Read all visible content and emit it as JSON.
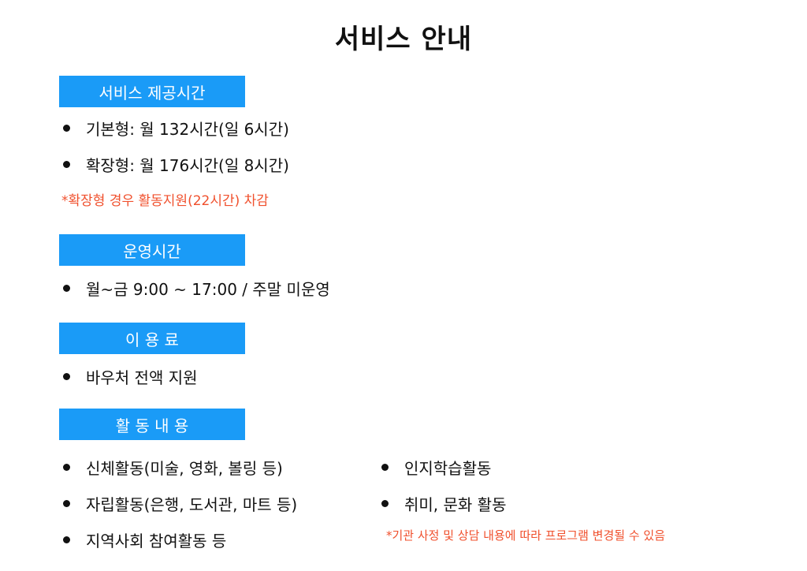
{
  "title": "서비스 안내",
  "sections": {
    "hours": {
      "label": "서비스 제공시간",
      "items": [
        "기본형: 월 132시간(일 6시간)",
        "확장형: 월 176시간(일 8시간)"
      ],
      "note": "*확장형 경우 활동지원(22시간) 차감"
    },
    "operation": {
      "label": "운영시간",
      "items": [
        "월~금 9:00 ~ 17:00 / 주말 미운영"
      ]
    },
    "fee": {
      "label": "이 용 료",
      "items": [
        "바우처 전액 지원"
      ]
    },
    "activities": {
      "label": "활 동 내 용",
      "left_items": [
        "신체활동(미술, 영화, 볼링 등)",
        "자립활동(은행, 도서관, 마트 등)",
        "지역사회 참여활동 등"
      ],
      "right_items": [
        "인지학습활동",
        "취미, 문화 활동"
      ],
      "note": "*기관 사정 및 상담 내용에 따라 프로그램 변경될 수 있음"
    }
  },
  "colors": {
    "accent": "#1a9bf7",
    "note": "#f0502d",
    "text": "#111111",
    "background": "#ffffff"
  }
}
